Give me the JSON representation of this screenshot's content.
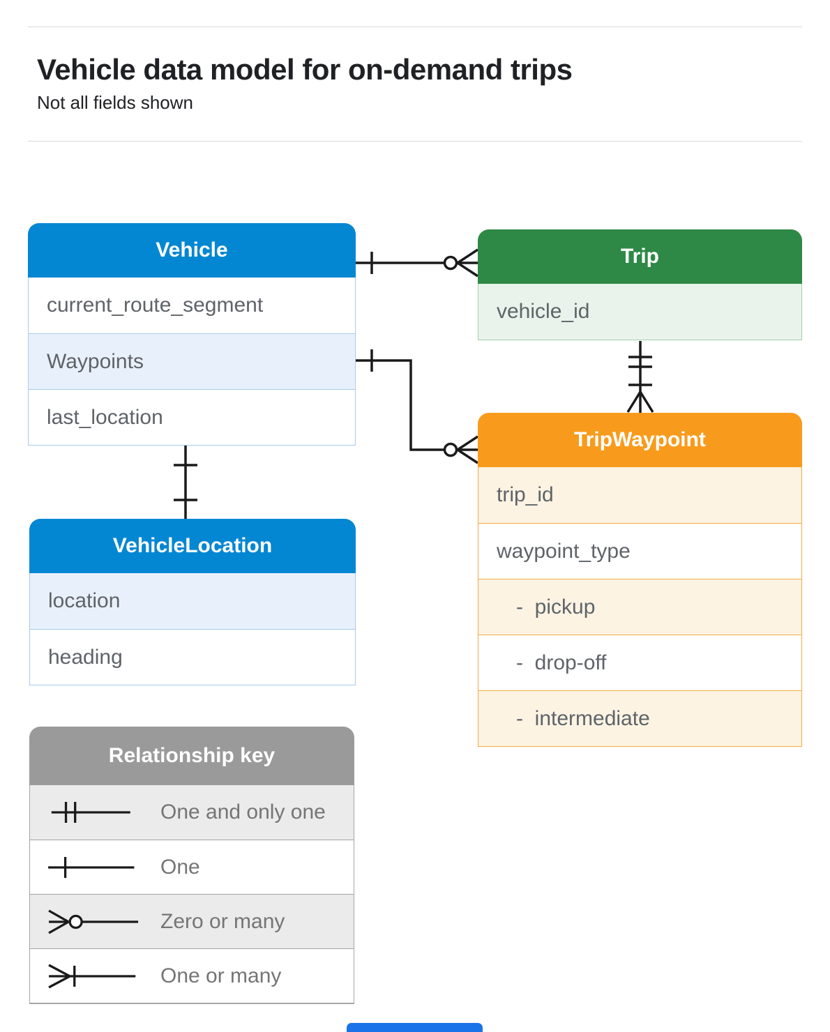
{
  "page": {
    "title": "Vehicle data model for on-demand trips",
    "subtitle": "Not all fields shown"
  },
  "entities": {
    "vehicle": {
      "title": "Vehicle",
      "fields": [
        "current_route_segment",
        "Waypoints",
        "last_location"
      ]
    },
    "trip": {
      "title": "Trip",
      "fields": [
        "vehicle_id"
      ]
    },
    "tripWaypoint": {
      "title": "TripWaypoint",
      "fields": [
        "trip_id",
        "waypoint_type",
        "-  pickup",
        "-  drop-off",
        "-  intermediate"
      ]
    },
    "vehicleLocation": {
      "title": "VehicleLocation",
      "fields": [
        "location",
        "heading"
      ]
    }
  },
  "relationshipKey": {
    "title": "Relationship key",
    "items": [
      "One and only one",
      "One",
      "Zero or many",
      "One or many"
    ]
  },
  "relationships": [
    {
      "from": "Vehicle",
      "to": "Trip",
      "from_cardinality": "one",
      "to_cardinality": "zero-or-many"
    },
    {
      "from": "Trip",
      "to": "TripWaypoint",
      "from_cardinality": "one-and-only-one",
      "to_cardinality": "one-or-many"
    },
    {
      "from": "Vehicle.Waypoints",
      "to": "TripWaypoint",
      "from_cardinality": "one",
      "to_cardinality": "zero-or-many"
    },
    {
      "from": "Vehicle.last_location",
      "to": "VehicleLocation",
      "from_cardinality": "one",
      "to_cardinality": "one"
    }
  ],
  "colors": {
    "blue_header": "#0487d2",
    "blue_row": "#e8f1fb",
    "green_header": "#2e8846",
    "green_row": "#e9f3eb",
    "orange_header": "#f89b1c",
    "orange_row": "#fdf3e3",
    "gray_header": "#9a9a9a",
    "gray_row": "#ebebeb",
    "line": "#1a1a1a",
    "bottom_bar": "#1a73e8"
  }
}
